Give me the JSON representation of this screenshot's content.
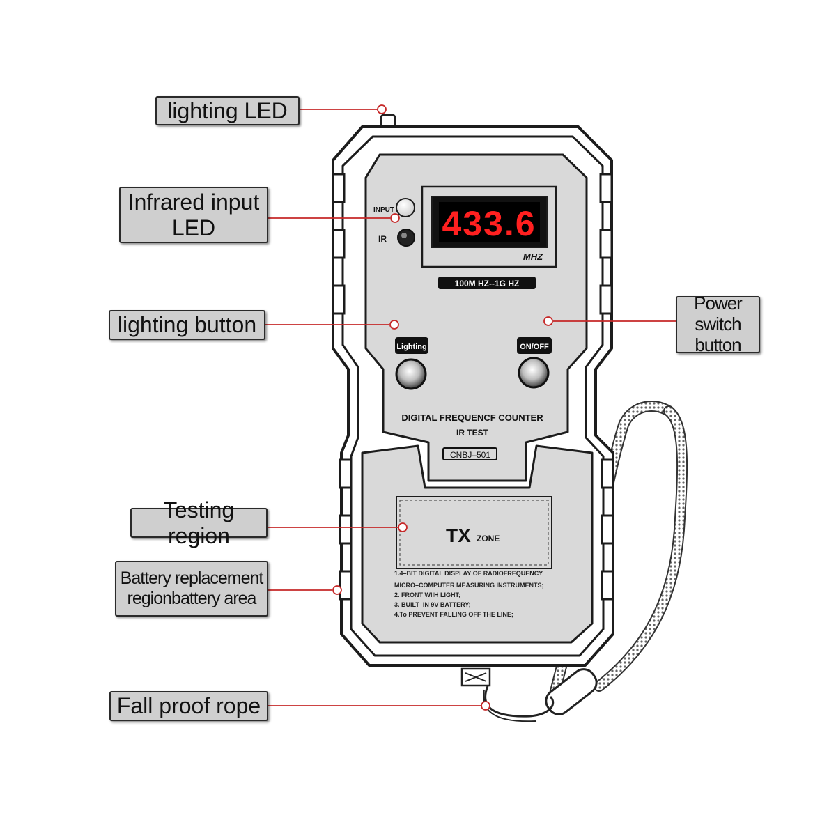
{
  "callouts": {
    "lighting_led": "lighting LED",
    "infrared_input_led": "Infrared input\nLED",
    "lighting_button": "lighting button",
    "power_switch_button": "Power switch\nbutton",
    "testing_region": "Testing region",
    "battery_region": "Battery replacement\nregionbattery area",
    "fall_proof_rope": "Fall proof rope"
  },
  "device": {
    "input_label": "INPUT",
    "ir_label": "IR",
    "display_value": "433.6",
    "display_unit": "MHZ",
    "range_label": "100M HZ--1G HZ",
    "lighting_button_label": "Lighting",
    "onoff_button_label": "ON/OFF",
    "title_line1": "DIGITAL FREQUENCF COUNTER",
    "title_line2": "IR TEST",
    "model": "CNBJ–501",
    "tx_main": "TX",
    "tx_sub": "ZONE",
    "specs": [
      "1.4–BIT DIGITAL DISPLAY OF RADIOFREQUENCY",
      "MICRO–COMPUTER MEASURING INSTRUMENTS;",
      "2. FRONT WIIH LIGHT;",
      "3. BUILT–IN 9V BATTERY;",
      "4.To PREVENT FALLING OFF THE LINE;"
    ]
  },
  "colors": {
    "leader_line": "#c62828",
    "display_digits": "#ff2020",
    "panel_fill": "#d9d9d9",
    "callout_fill": "#cfcfcf"
  }
}
